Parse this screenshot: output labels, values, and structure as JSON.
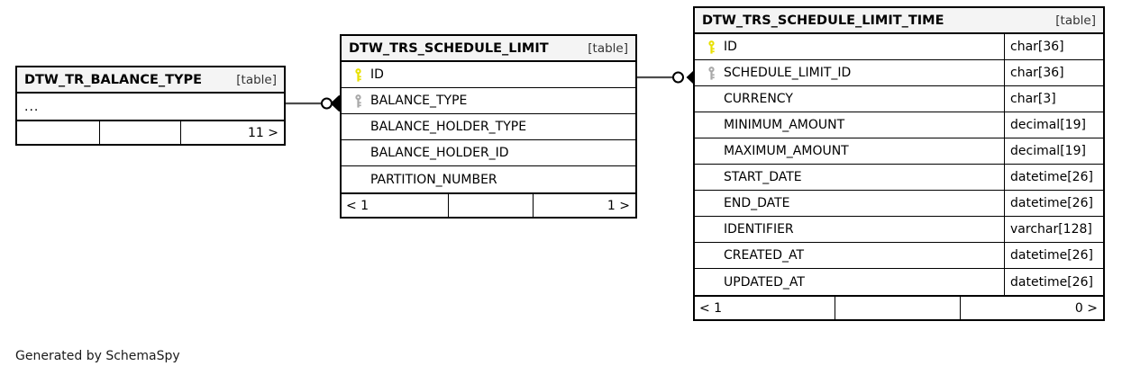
{
  "diagram": {
    "type": "entity-relationship-diagram",
    "generator_note": "Generated by SchemaSpy",
    "table_kind_label": "[table]"
  },
  "tables": [
    {
      "id": "dtw-tr-balance-type",
      "name": "DTW_TR_BALANCE_TYPE",
      "kind": "[table]",
      "truncated_marker": "...",
      "columns": [],
      "footer": {
        "left": "",
        "middle": "",
        "right": "11 >"
      }
    },
    {
      "id": "dtw-trs-schedule-limit",
      "name": "DTW_TRS_SCHEDULE_LIMIT",
      "kind": "[table]",
      "columns": [
        {
          "name": "ID",
          "type": "",
          "key": "primary"
        },
        {
          "name": "BALANCE_TYPE",
          "type": "",
          "key": "foreign"
        },
        {
          "name": "BALANCE_HOLDER_TYPE",
          "type": "",
          "key": "none"
        },
        {
          "name": "BALANCE_HOLDER_ID",
          "type": "",
          "key": "none"
        },
        {
          "name": "PARTITION_NUMBER",
          "type": "",
          "key": "none"
        }
      ],
      "footer": {
        "left": "< 1",
        "middle": "",
        "right": "1 >"
      }
    },
    {
      "id": "dtw-trs-schedule-limit-time",
      "name": "DTW_TRS_SCHEDULE_LIMIT_TIME",
      "kind": "[table]",
      "columns": [
        {
          "name": "ID",
          "type": "char[36]",
          "key": "primary"
        },
        {
          "name": "SCHEDULE_LIMIT_ID",
          "type": "char[36]",
          "key": "foreign"
        },
        {
          "name": "CURRENCY",
          "type": "char[3]",
          "key": "none"
        },
        {
          "name": "MINIMUM_AMOUNT",
          "type": "decimal[19]",
          "key": "none"
        },
        {
          "name": "MAXIMUM_AMOUNT",
          "type": "decimal[19]",
          "key": "none"
        },
        {
          "name": "START_DATE",
          "type": "datetime[26]",
          "key": "none"
        },
        {
          "name": "END_DATE",
          "type": "datetime[26]",
          "key": "none"
        },
        {
          "name": "IDENTIFIER",
          "type": "varchar[128]",
          "key": "none"
        },
        {
          "name": "CREATED_AT",
          "type": "datetime[26]",
          "key": "none"
        },
        {
          "name": "UPDATED_AT",
          "type": "datetime[26]",
          "key": "none"
        }
      ],
      "footer": {
        "left": "< 1",
        "middle": "",
        "right": "0 >"
      }
    }
  ],
  "relationships": [
    {
      "id": "rel-balance-type-to-schedule-limit",
      "from_table": "DTW_TR_BALANCE_TYPE",
      "to_table": "DTW_TRS_SCHEDULE_LIMIT",
      "to_column": "BALANCE_TYPE",
      "from_cardinality": "one",
      "to_cardinality": "zero-or-many"
    },
    {
      "id": "rel-schedule-limit-to-limit-time",
      "from_table": "DTW_TRS_SCHEDULE_LIMIT",
      "from_column": "ID",
      "to_table": "DTW_TRS_SCHEDULE_LIMIT_TIME",
      "to_column": "SCHEDULE_LIMIT_ID",
      "from_cardinality": "one",
      "to_cardinality": "zero-or-many"
    }
  ],
  "colors": {
    "primary_key": "#e8e000",
    "foreign_key": "#a8a8a8",
    "border": "#000000",
    "header_bg": "#f4f4f4",
    "canvas_bg": "#ffffff"
  },
  "credit": {
    "text": "Generated by SchemaSpy"
  }
}
